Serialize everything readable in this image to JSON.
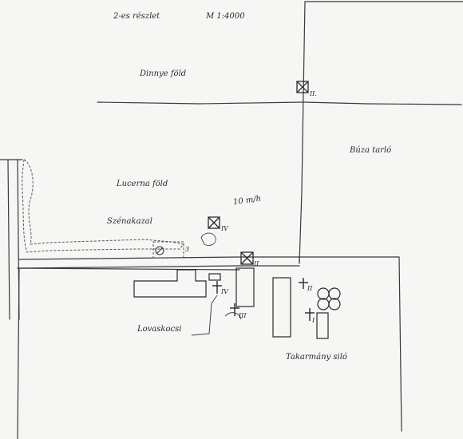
{
  "header": {
    "detail": "2-es részlet",
    "scale": "M 1:4000"
  },
  "fields": {
    "melon": "Dinnye föld",
    "lucerne": "Lucerna föld",
    "wheat_stubble": "Búza tarló"
  },
  "labels": {
    "haystack": "Szénakazal",
    "wind": "10 m/h",
    "hay_id": "3",
    "horse_cart": "Lovaskocsi",
    "fodder_silo": "Takarmány siló"
  },
  "markers": {
    "top": "II.",
    "mid": "IV",
    "road": "II",
    "cross1": "IV",
    "cross2": "II",
    "cross3": "I",
    "cross4": "III"
  }
}
